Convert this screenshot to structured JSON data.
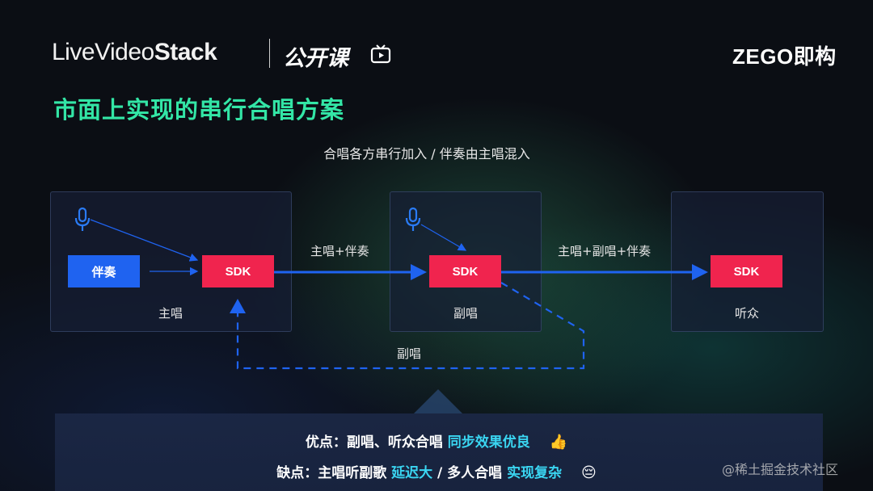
{
  "header": {
    "logo_live": "Live",
    "logo_video": "Video",
    "logo_stack": "Stack",
    "logo_gongkaike": "公开课",
    "brand": "ZEGO即构"
  },
  "title": "市面上实现的串行合唱方案",
  "subtitle": "合唱各方串行加入 / 伴奏由主唱混入",
  "panels": {
    "lead": {
      "label": "主唱",
      "sdk": "SDK",
      "accompaniment": "伴奏"
    },
    "second": {
      "label": "副唱",
      "sdk": "SDK"
    },
    "audience": {
      "label": "听众",
      "sdk": "SDK"
    }
  },
  "flows": {
    "lead_to_second": "主唱+伴奏",
    "second_to_audience": "主唱+副唱+伴奏",
    "second_to_lead": "副唱"
  },
  "summary": {
    "pros_prefix": "优点：副唱、听众合唱",
    "pros_highlight": "同步效果优良",
    "pros_emoji": "👍",
    "cons_prefix": "缺点：主唱听副歌",
    "cons_highlight1": "延迟大",
    "cons_mid": "/ 多人合唱",
    "cons_highlight2": "实现复杂",
    "cons_emoji": "😔"
  },
  "watermark": "@稀土掘金技术社区",
  "colors": {
    "title": "#33e6a6",
    "sdk": "#f0244e",
    "accompaniment": "#1f63f0",
    "arrow": "#1f63f0",
    "highlight": "#3ad6f2"
  },
  "icons": [
    "tv-icon",
    "microphone-icon",
    "thumbs-up-icon",
    "sad-face-icon"
  ]
}
